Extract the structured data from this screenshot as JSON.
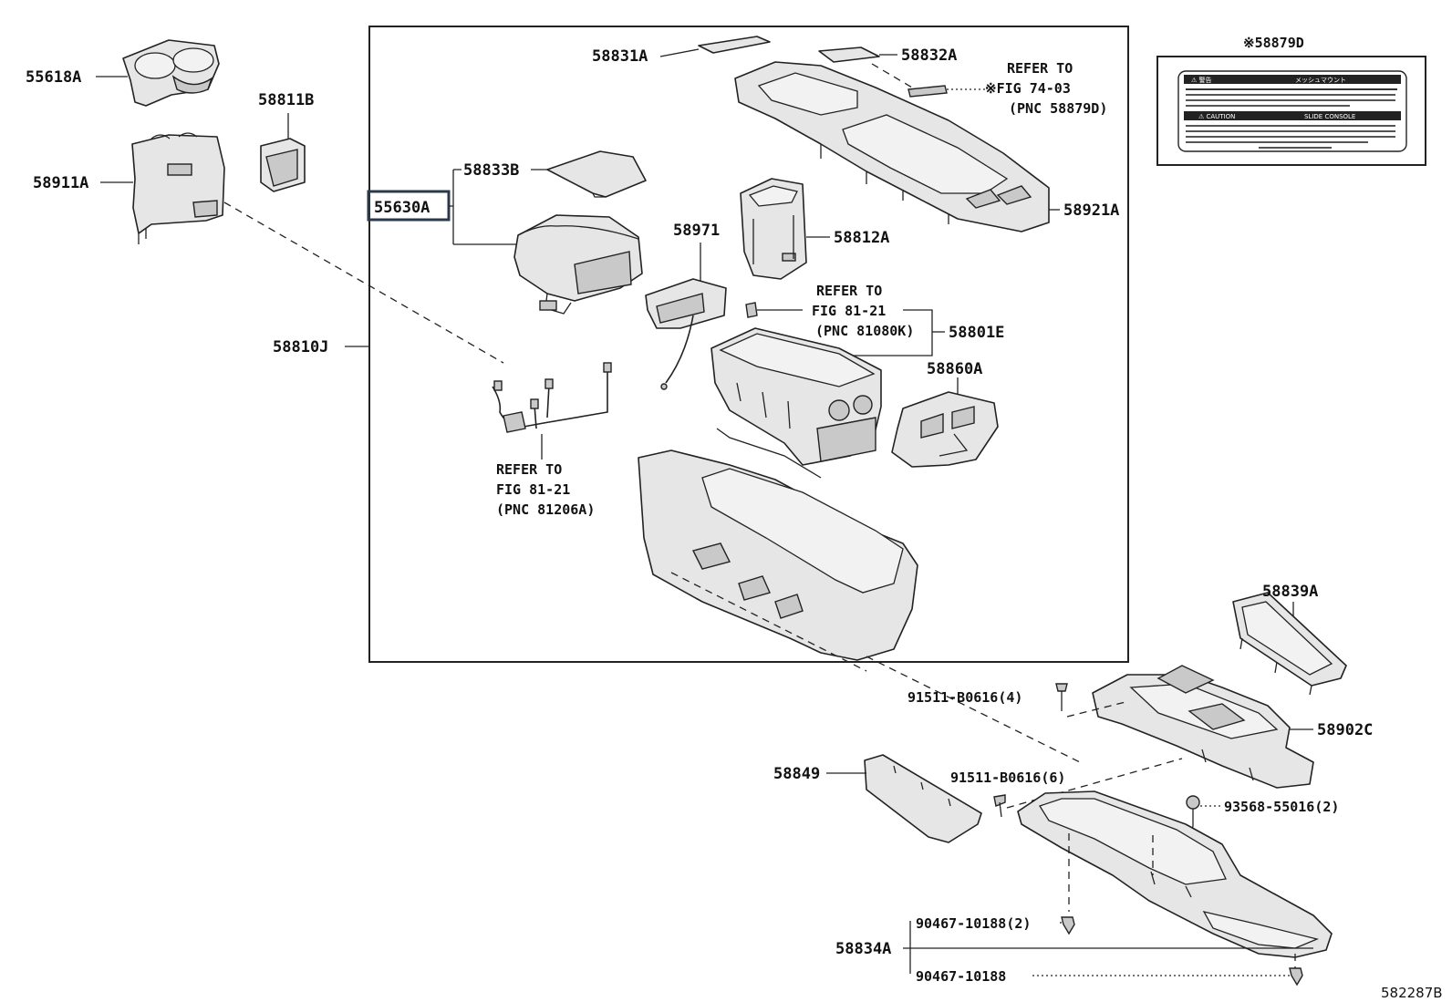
{
  "labels": {
    "p55618A": "55618A",
    "p58811B": "58811B",
    "p58911A": "58911A",
    "p55630A": "55630A",
    "p58833B": "58833B",
    "p58831A": "58831A",
    "p58832A": "58832A",
    "p58921A": "58921A",
    "p58971": "58971",
    "p58812A": "58812A",
    "p58801E": "58801E",
    "p58860A": "58860A",
    "p58810J": "58810J",
    "p58879D": "※58879D",
    "p58839A": "58839A",
    "p58902C": "58902C",
    "p58849": "58849",
    "p58834A": "58834A",
    "b91511_4": "91511-B0616(4)",
    "b91511_6": "91511-B0616(6)",
    "b93568": "93568-55016(2)",
    "b90467_2": "90467-10188(2)",
    "b90467": "90467-10188",
    "diagram_id": "582287B"
  },
  "refs": {
    "r1_l1": "REFER TO",
    "r1_l2": "※FIG 74-03",
    "r1_l3": "(PNC 58879D)",
    "r2_l1": "REFER TO",
    "r2_l2": "FIG 81-21",
    "r2_l3": "(PNC 81080K)",
    "r3_l1": "REFER TO",
    "r3_l2": "FIG 81-21",
    "r3_l3": "(PNC 81206A)"
  },
  "caution_label": {
    "header_left": "⚠ 警告",
    "header_right": "メッシュマウント",
    "caution_left": "⚠ CAUTION",
    "caution_right": "SLIDE CONSOLE"
  }
}
